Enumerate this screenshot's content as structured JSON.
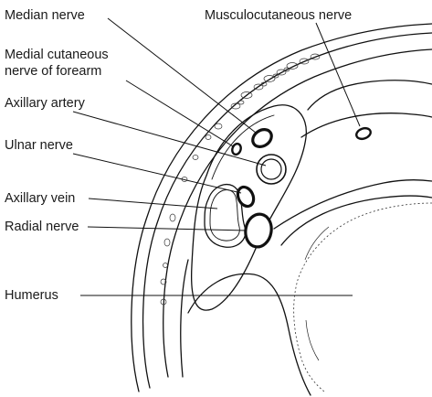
{
  "labels": {
    "median_nerve": "Median nerve",
    "musculocutaneous_nerve": "Musculocutaneous nerve",
    "medial_cutaneous_line1": "Medial cutaneous",
    "medial_cutaneous_line2": "nerve of forearm",
    "axillary_artery": "Axillary artery",
    "ulnar_nerve": "Ulnar nerve",
    "axillary_vein": "Axillary vein",
    "radial_nerve": "Radial nerve",
    "humerus": "Humerus"
  }
}
